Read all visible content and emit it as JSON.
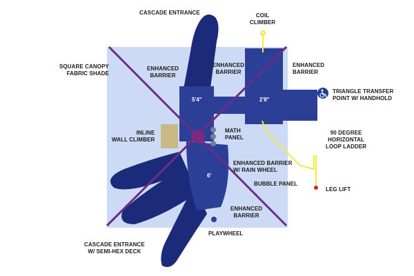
{
  "labels": {
    "cascade_top": "CASCADE ENTRANCE",
    "coil_climber_1": "COIL",
    "coil_climber_2": "CLIMBER",
    "square_canopy_1": "SQUARE CANOPY",
    "square_canopy_2": "FABRIC SHADE",
    "enh_barrier_left_1": "ENHANCED",
    "enh_barrier_left_2": "BARRIER",
    "enh_barrier_mid_1": "ENHANCED",
    "enh_barrier_mid_2": "BARRIER",
    "enh_barrier_right_1": "ENHANCED",
    "enh_barrier_right_2": "BARRIER",
    "triangle_transfer_1": "TRIANGLE TRANSFER",
    "triangle_transfer_2": "POINT W/ HANDHOLD",
    "inline_wall_1": "INLINE",
    "inline_wall_2": "WALL CLIMBER",
    "math_panel_1": "MATH",
    "math_panel_2": "PANEL",
    "loop_ladder_1": "90 DEGREE",
    "loop_ladder_2": "HORIZONTAL",
    "loop_ladder_3": "LOOP LADDER",
    "rain_wheel_1": "ENHANCED BARRIER",
    "rain_wheel_2": "W/ RAIN WHEEL",
    "bubble_panel": "BUBBLE PANEL",
    "leg_lift": "LEG LIFT",
    "enh_barrier_bottom_1": "ENHANCED",
    "enh_barrier_bottom_2": "BARRIER",
    "cascade_bottom_1": "CASCADE ENTRANCE",
    "cascade_bottom_2": "W/ SEMI-HEX DECK",
    "playwheel": "PLAYWHEEL"
  },
  "decks": {
    "left": "5'4\"",
    "right": "2'8\"",
    "bottom": "6'"
  },
  "colors": {
    "canopy": "#c8d6f4",
    "deck": "#2a3f95",
    "slide": "#1c2a7a",
    "cross": "#6a2d87",
    "coil": "#f2ea3a",
    "accessibility": "#1f3f8f"
  },
  "icons": {
    "accessibility": "wheelchair-icon"
  }
}
